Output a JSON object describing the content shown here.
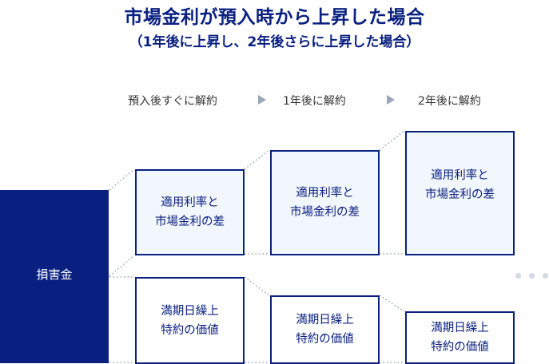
{
  "title": {
    "main": "市場金利が預入時から上昇した場合",
    "sub": "（1年後に上昇し、2年後さらに上昇した場合）"
  },
  "timeline": {
    "steps": [
      "預入後すぐに解約",
      "1年後に解約",
      "2年後に解約"
    ],
    "arrow_icon": "triangle-right-icon"
  },
  "loss_label": "損害金",
  "columns": [
    {
      "rate_diff": "適用利率と\n市場金利の差",
      "value": "満期日繰上\n特約の価値"
    },
    {
      "rate_diff": "適用利率と\n市場金利の差",
      "value": "満期日繰上\n特約の価値"
    },
    {
      "rate_diff": "適用利率と\n市場金利の差",
      "value": "満期日繰上\n特約の価値"
    }
  ],
  "continuation_icon": "ellipsis-icon",
  "colors": {
    "primary": "#0a2080",
    "box_fill": "#f2f6fd",
    "arrow": "#9aa6b8",
    "dotted_line": "#9aa6b8",
    "ellipsis": "#d3dae4",
    "step_text": "#333333"
  }
}
